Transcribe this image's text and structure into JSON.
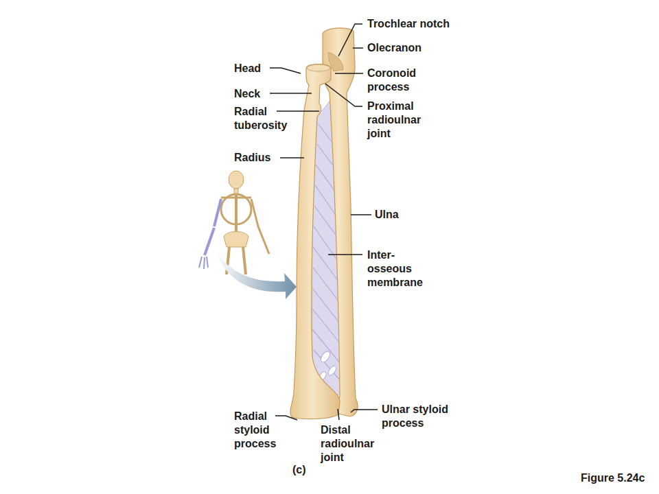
{
  "diagram": {
    "labels": [
      "Trochlear notch",
      "Olecranon",
      "Head",
      "Coronoid process",
      "Neck",
      "Proximal radioulnar joint",
      "Radial tuberosity",
      "Radius",
      "Ulna",
      "Inter- osseous membrane",
      "Radial styloid process",
      "Ulnar styloid process",
      "Distal radioulnar joint",
      "(c)",
      "Figure 5.24c"
    ]
  }
}
